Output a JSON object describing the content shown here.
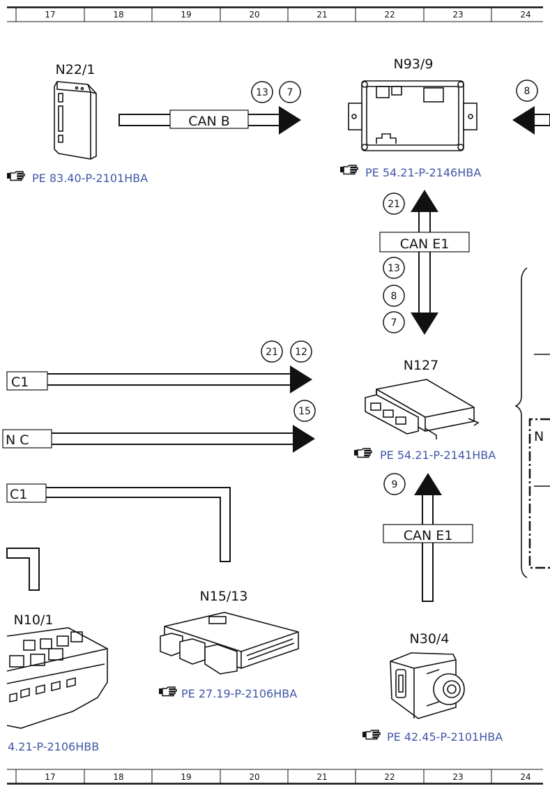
{
  "ruler": {
    "numbers": [
      "17",
      "18",
      "19",
      "20",
      "21",
      "22",
      "23",
      "24"
    ]
  },
  "components": {
    "n22_1": "N22/1",
    "n93_9": "N93/9",
    "n127": "N127",
    "n15_13": "N15/13",
    "n10_1": "N10/1",
    "n30_4": "N30/4",
    "n_cut": "N"
  },
  "buses": {
    "can_b": "CAN B",
    "can_e1_top": "CAN E1",
    "can_e1_bottom": "CAN E1",
    "c1_upper": "C1",
    "n_c": "N C",
    "c1_lower": "C1"
  },
  "references": {
    "ref_n22_1": "PE 83.40-P-2101HBA",
    "ref_n93_9": "PE 54.21-P-2146HBA",
    "ref_n127": "PE 54.21-P-2141HBA",
    "ref_n15_13": "PE 27.19-P-2106HBA",
    "ref_n10_1": "4.21-P-2106HBB",
    "ref_n30_4": "PE 42.45-P-2101HBA"
  },
  "markers": {
    "m13_a": "13",
    "m7_a": "7",
    "m8_a": "8",
    "m21_a": "21",
    "m13_b": "13",
    "m8_b": "8",
    "m7_b": "7",
    "m21_b": "21",
    "m12": "12",
    "m15": "15",
    "m9": "9"
  },
  "colors": {
    "reference_link": "#3f56a6",
    "line": "#111111"
  },
  "icons": {
    "reference": "pointing-hand-icon"
  }
}
